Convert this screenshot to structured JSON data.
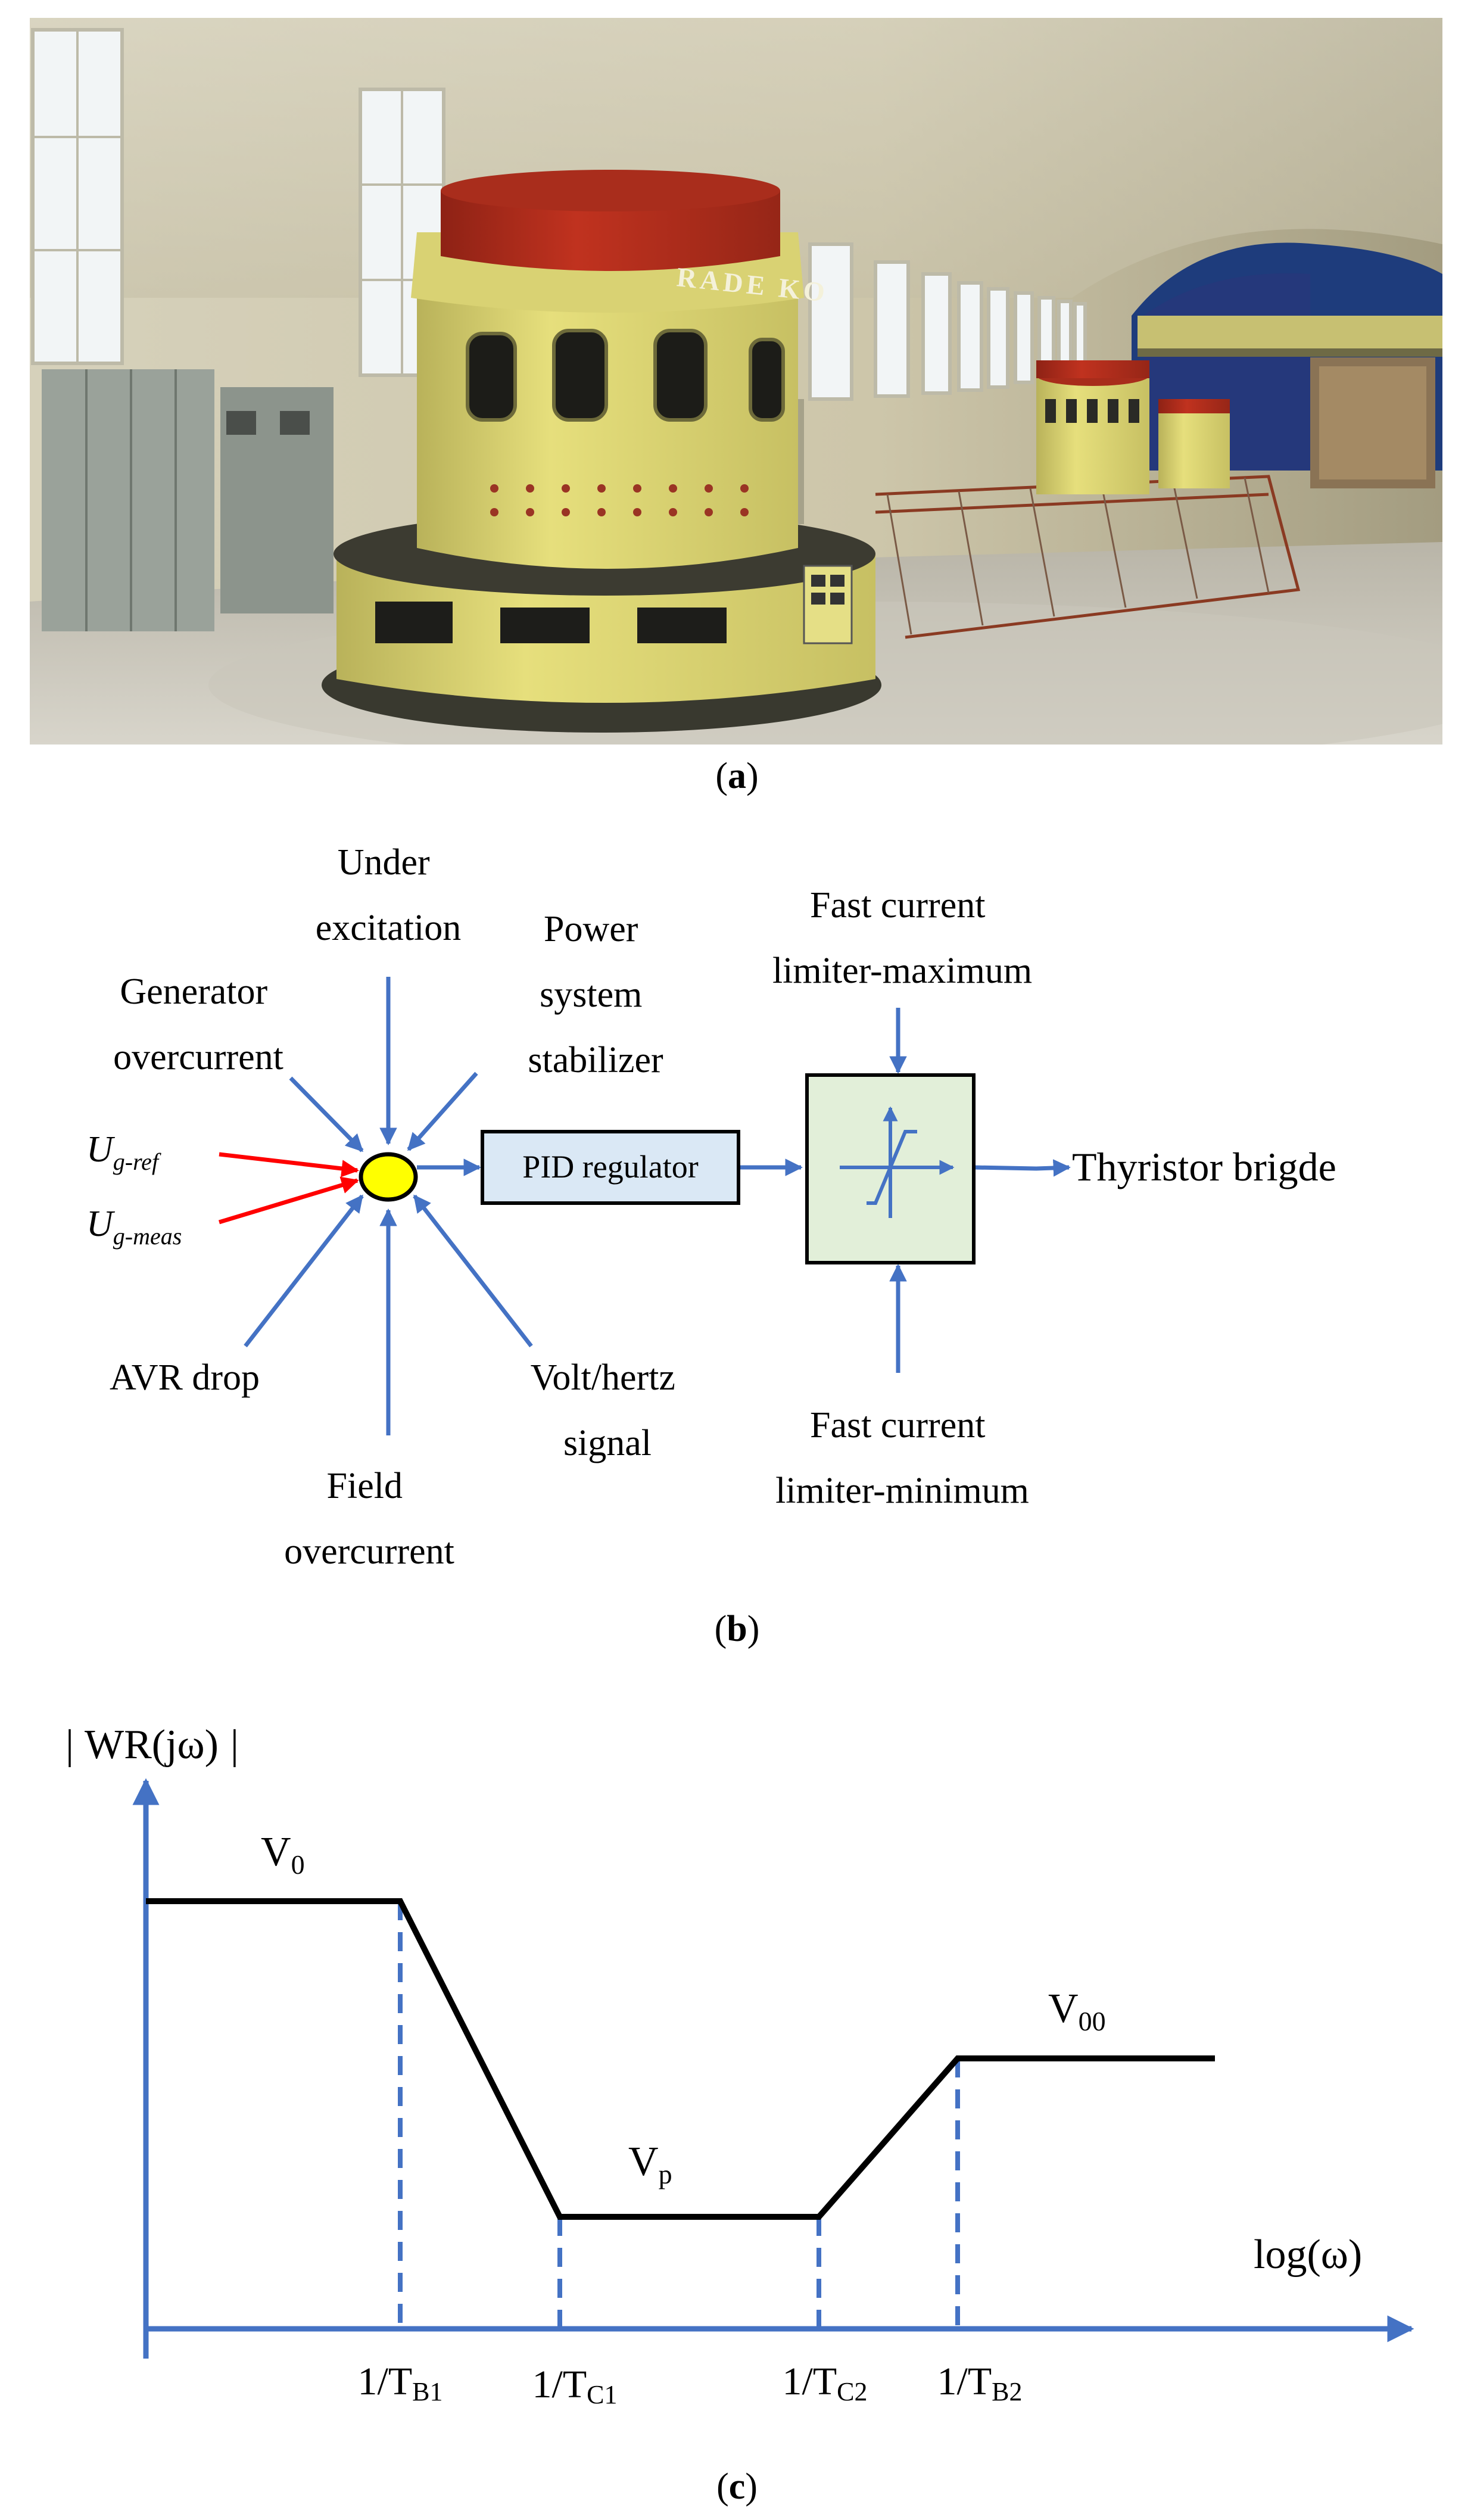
{
  "photo": {
    "nameplate_text": "RADE KO",
    "colors": {
      "wall": "#cfcab4",
      "generator": "#e0da78",
      "cap_red": "#b5301f",
      "floor": "#c9c6bb",
      "ceiling_blue": "#1e3c7c",
      "railing": "#8a3a22"
    }
  },
  "captions": {
    "a": "a",
    "b": "b",
    "c": "c"
  },
  "diagram": {
    "inputs": {
      "under_excitation": [
        "Under",
        "excitation"
      ],
      "power_system_stabilizer": [
        "Power",
        "system",
        "stabilizer"
      ],
      "generator_overcurrent": [
        "Generator",
        "overcurrent"
      ],
      "ug_ref": {
        "main": "U",
        "sub": "g-ref"
      },
      "ug_meas": {
        "main": "U",
        "sub": "g-meas"
      },
      "avr_drop": "AVR drop",
      "field_overcurrent": [
        "Field",
        "overcurrent"
      ],
      "volt_hertz": [
        "Volt/hertz",
        "signal"
      ]
    },
    "pid_label": "PID regulator",
    "limiter_max": [
      "Fast current",
      "limiter-maximum"
    ],
    "limiter_min": [
      "Fast current",
      "limiter-minimum"
    ],
    "output_label": "Thyristor brigde",
    "colors": {
      "arrow": "#4472c4",
      "red_arrow": "#ff0000",
      "junction": "#ffff00",
      "pid_fill": "#dae8f5",
      "limiter_fill": "#e2efd9"
    }
  },
  "bode": {
    "ylabel": {
      "text": "WR(jω)",
      "bars": "|"
    },
    "xlabel": "log(ω)",
    "levels": {
      "v0": {
        "main": "V",
        "sub": "0"
      },
      "vp": {
        "main": "V",
        "sub": "p"
      },
      "v00": {
        "main": "V",
        "sub": "00"
      }
    },
    "ticks": {
      "tb1": {
        "main": "1/T",
        "sub": "B1"
      },
      "tc1": {
        "main": "1/T",
        "sub": "C1"
      },
      "tc2": {
        "main": "1/T",
        "sub": "C2"
      },
      "tb2": {
        "main": "1/T",
        "sub": "B2"
      }
    },
    "colors": {
      "axis": "#4472c4",
      "curve": "#000000"
    }
  }
}
